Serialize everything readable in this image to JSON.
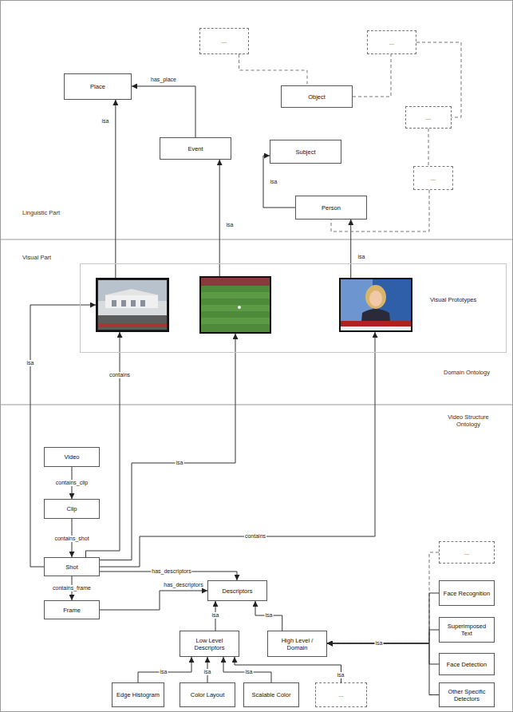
{
  "diagram": {
    "nodes": [
      {
        "text": [
          "..."
        ]
      },
      {
        "text": [
          "..."
        ]
      },
      {
        "text": [
          "Place"
        ]
      },
      {
        "text": [
          "Object"
        ]
      },
      {
        "text": [
          "..."
        ]
      },
      {
        "text": [
          "Event"
        ]
      },
      {
        "text": [
          "Subject"
        ]
      },
      {
        "text": [
          "..."
        ]
      },
      {
        "text": [
          "Person"
        ]
      },
      {
        "text": [
          "Visual Prototypes"
        ]
      },
      {
        "text": [],
        "in": 9
      },
      {
        "text": [],
        "in": 9
      },
      {
        "text": [],
        "in": 9
      },
      {
        "text": [
          "..."
        ]
      },
      {
        "text": [
          "Video"
        ]
      },
      {
        "text": [
          "Clip"
        ]
      },
      {
        "text": [
          "Shot"
        ]
      },
      {
        "text": [
          "Descriptors"
        ]
      },
      {
        "text": [
          "Face Recognition"
        ]
      },
      {
        "text": [
          "Frame"
        ]
      },
      {
        "text": [
          "Superimposed Text"
        ]
      },
      {
        "text": [
          "Low Level Descriptors"
        ]
      },
      {
        "text": [
          "High Level / Domain"
        ]
      },
      {
        "text": [
          "Face Detection"
        ]
      },
      {
        "text": [
          "Edge Histogram"
        ]
      },
      {
        "text": [
          "Color Layout"
        ]
      },
      {
        "text": [
          "Scalable Color"
        ]
      },
      {
        "text": [
          "..."
        ]
      },
      {
        "text": [
          "Other Specific Detectors"
        ]
      }
    ],
    "edges": [
      {
        "from": 10,
        "to": 2,
        "arrow": "to",
        "label": "isa"
      },
      {
        "from": 11,
        "to": 5,
        "arrow": "to",
        "label": "isa"
      },
      {
        "from": 12,
        "to": 8,
        "arrow": "to",
        "label": "isa"
      },
      {
        "from": 5,
        "to": 2,
        "arrow": "to",
        "label": "has_place"
      },
      {
        "from": 8,
        "to": 6,
        "arrow": "to",
        "label": "isa"
      },
      {
        "from": 0,
        "to": 3,
        "arrow": "none"
      },
      {
        "from": 3,
        "to": 1,
        "arrow": "none"
      },
      {
        "from": 1,
        "to": 4,
        "arrow": "none"
      },
      {
        "from": 4,
        "to": 7,
        "arrow": "none"
      },
      {
        "from": 7,
        "to": 8,
        "arrow": "none"
      },
      {
        "from": 14,
        "to": 15,
        "arrow": "to",
        "label": "contains_clip"
      },
      {
        "from": 15,
        "to": 16,
        "arrow": "to",
        "label": "contains_shot"
      },
      {
        "from": 16,
        "to": 19,
        "arrow": "to",
        "label": "contains_frame"
      },
      {
        "from": 16,
        "to": 17,
        "arrow": "to",
        "label": "has_descriptors"
      },
      {
        "from": 19,
        "to": 17,
        "arrow": "to",
        "label": "has_descriptors"
      },
      {
        "from": 16,
        "to": 10,
        "arrow": "to",
        "label": "contains"
      },
      {
        "from": 16,
        "to": 11,
        "arrow": "to",
        "label": "isa"
      },
      {
        "from": 16,
        "to": 12,
        "arrow": "to",
        "label": "contains"
      },
      {
        "from": 16,
        "to": 10,
        "arrow": "to",
        "label": "isa"
      },
      {
        "from": 21,
        "to": 17,
        "arrow": "to",
        "label": "isa"
      },
      {
        "from": 22,
        "to": 17,
        "arrow": "to",
        "label": "isa"
      },
      {
        "from": 24,
        "to": 21,
        "arrow": "to",
        "label": "isa"
      },
      {
        "from": 25,
        "to": 21,
        "arrow": "to",
        "label": "isa"
      },
      {
        "from": 26,
        "to": 21,
        "arrow": "to",
        "label": "isa"
      },
      {
        "from": 27,
        "to": 21,
        "arrow": "to",
        "label": "isa"
      },
      {
        "from": 13,
        "to": 22,
        "arrow": "to"
      },
      {
        "from": 18,
        "to": 22,
        "arrow": "to",
        "label": "isa"
      },
      {
        "from": 20,
        "to": 22,
        "arrow": "to"
      },
      {
        "from": 23,
        "to": 22,
        "arrow": "to"
      },
      {
        "from": 28,
        "to": 22,
        "arrow": "to"
      }
    ],
    "labels": [
      "Linguistic Part",
      "Visual Part",
      "Domain Ontology",
      "Video Structure Ontology"
    ]
  }
}
